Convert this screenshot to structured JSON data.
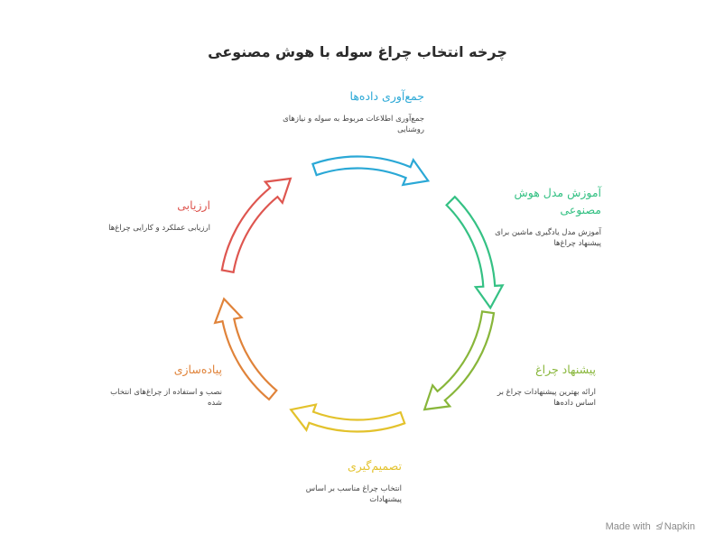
{
  "title": "چرخه انتخاب چراغ سوله با هوش مصنوعی",
  "steps": [
    {
      "title": "جمع‌آوری داده‌ها",
      "desc": "جمع‌آوری اطلاعات مربوط به سوله و نیازهای روشنایی",
      "color": "#2aa8d6"
    },
    {
      "title": "آموزش مدل هوش مصنوعی",
      "desc": "آموزش مدل یادگیری ماشین برای پیشنهاد چراغ‌ها",
      "color": "#35c184"
    },
    {
      "title": "پیشنهاد چراغ",
      "desc": "ارائه بهترین پیشنهادات چراغ بر اساس داده‌ها",
      "color": "#88b63a"
    },
    {
      "title": "تصمیم‌گیری",
      "desc": "انتخاب چراغ مناسب بر اساس پیشنهادات",
      "color": "#e3c22c"
    },
    {
      "title": "پیاده‌سازی",
      "desc": "نصب و استفاده از چراغ‌های انتخاب شده",
      "color": "#e0833a"
    },
    {
      "title": "ارزیابی",
      "desc": "ارزیابی عملکرد و کارایی چراغ‌ها",
      "color": "#de5650"
    }
  ],
  "footer": {
    "text": "Made with",
    "brand": "Napkin",
    "icon": "napkin-logo-icon"
  }
}
